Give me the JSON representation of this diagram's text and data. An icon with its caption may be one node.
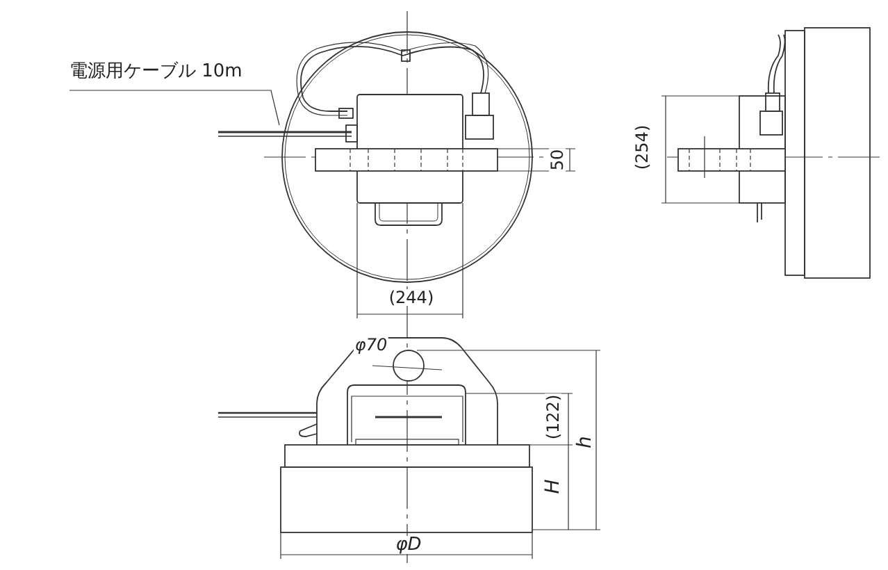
{
  "diagram": {
    "nodes": [
      {
        "text": [
          "電源用ケーブル 10m"
        ]
      },
      {
        "text": [],
        "shape": "cable"
      }
    ],
    "edges": [
      {
        "from": 0,
        "to": 1,
        "arrow": "none"
      }
    ],
    "labels": [
      "50",
      "(244)",
      "(254)",
      "φ70",
      "(122)",
      "h",
      "H",
      "φD"
    ]
  }
}
